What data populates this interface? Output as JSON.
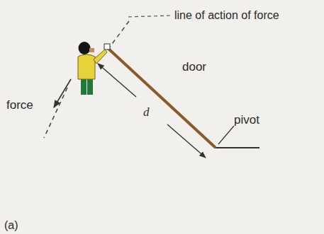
{
  "diagram": {
    "labels": [
      "line of action of force",
      "door",
      "force",
      "d",
      "pivot",
      "(a)"
    ]
  }
}
